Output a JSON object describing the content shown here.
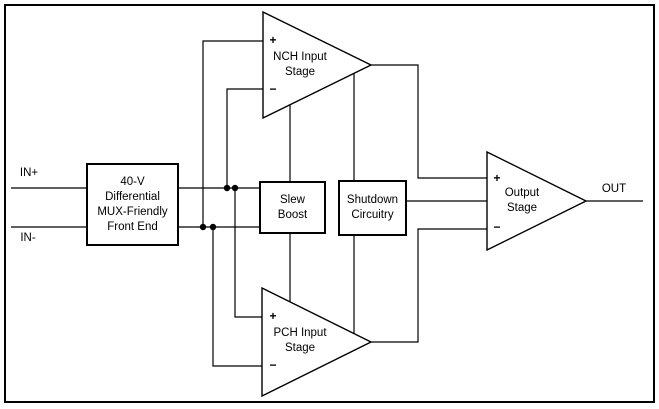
{
  "labels": {
    "in_plus": "IN+",
    "in_minus": "IN-",
    "out": "OUT",
    "front_end": "40-V\nDifferential\nMUX-Friendly\nFront End",
    "slew_boost": "Slew\nBoost",
    "shutdown": "Shutdown\nCircuitry",
    "nch_stage": "NCH Input\nStage",
    "pch_stage": "PCH Input\nStage",
    "output_stage": "Output\nStage",
    "plus": "+",
    "minus": "−"
  },
  "colors": {
    "line": "#000000",
    "background": "#ffffff",
    "text": "#000000"
  }
}
